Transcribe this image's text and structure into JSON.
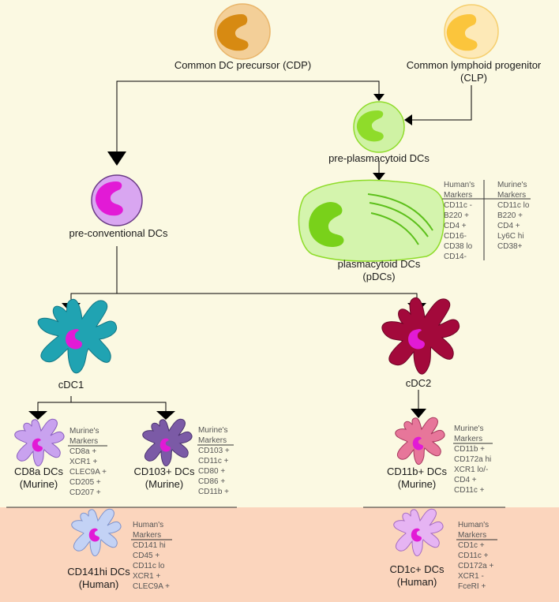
{
  "diagram": {
    "cdp": {
      "line1": "Common DC precursor (CDP)"
    },
    "clp": {
      "line1": "Common lymphoid progenitor",
      "line2": "(CLP)"
    },
    "pre_pdc": {
      "line1": "pre-plasmacytoid DCs"
    },
    "pre_cdc": {
      "line1": "pre-conventional DCs"
    },
    "pdc": {
      "line1": "plasmacytoid DCs",
      "line2": "(pDCs)"
    },
    "cdc1": {
      "line1": "cDC1"
    },
    "cdc2": {
      "line1": "cDC2"
    },
    "cd8a": {
      "line1": "CD8a DCs",
      "line2": "(Murine)"
    },
    "cd103": {
      "line1": "CD103+ DCs",
      "line2": "(Murine)"
    },
    "cd11b": {
      "line1": "CD11b+ DCs",
      "line2": "(Murine)"
    },
    "cd141": {
      "line1": "CD141hi DCs",
      "line2": "(Human)"
    },
    "cd1c": {
      "line1": "CD1c+ DCs",
      "line2": "(Human)"
    }
  },
  "markers": {
    "pdc_human": {
      "head1": "Human's",
      "head2": "Markers",
      "items": [
        "CD11c -",
        "B220 +",
        "CD4 +",
        "CD16-",
        "CD38 lo",
        "CD14-"
      ]
    },
    "pdc_murine": {
      "head1": "Murine's",
      "head2": "Markers",
      "items": [
        "CD11c lo",
        "B220 +",
        "CD4 +",
        "Ly6C hi",
        "CD38+"
      ]
    },
    "cd8a": {
      "head1": "Murine's",
      "head2": "Markers",
      "items": [
        "CD8a +",
        "XCR1 +",
        "CLEC9A +",
        "CD205 +",
        "CD207 +"
      ]
    },
    "cd103": {
      "head1": "Murine's",
      "head2": "Markers",
      "items": [
        "CD103 +",
        "CD11c +",
        "CD80 +",
        "CD86 +",
        "CD11b +"
      ]
    },
    "cd11b": {
      "head1": "Murine's",
      "head2": "Markers",
      "items": [
        "CD11b +",
        "CD172a hi",
        "XCR1 lo/-",
        "CD4 +",
        "CD11c +"
      ]
    },
    "cd141": {
      "head1": "Human's",
      "head2": "Markers",
      "items": [
        "CD141 hi",
        "CD45 +",
        "CD11c lo",
        "XCR1 +",
        "CLEC9A +"
      ]
    },
    "cd1c": {
      "head1": "Human's",
      "head2": "Markers",
      "items": [
        "CD1c +",
        "CD11c +",
        "CD172a +",
        "XCR1 -",
        "FceRI +"
      ]
    }
  },
  "colors": {
    "background": "#fbf9e2",
    "human_band": "#fbd5bd",
    "arrow": "#000000",
    "cdp": "#d78a12",
    "clp": "#fbc53c",
    "pdc": "#8fdc2a",
    "cdc1": "#20a3b2",
    "cdc2": "#a3093b",
    "nucleus": "#e21ad6"
  }
}
